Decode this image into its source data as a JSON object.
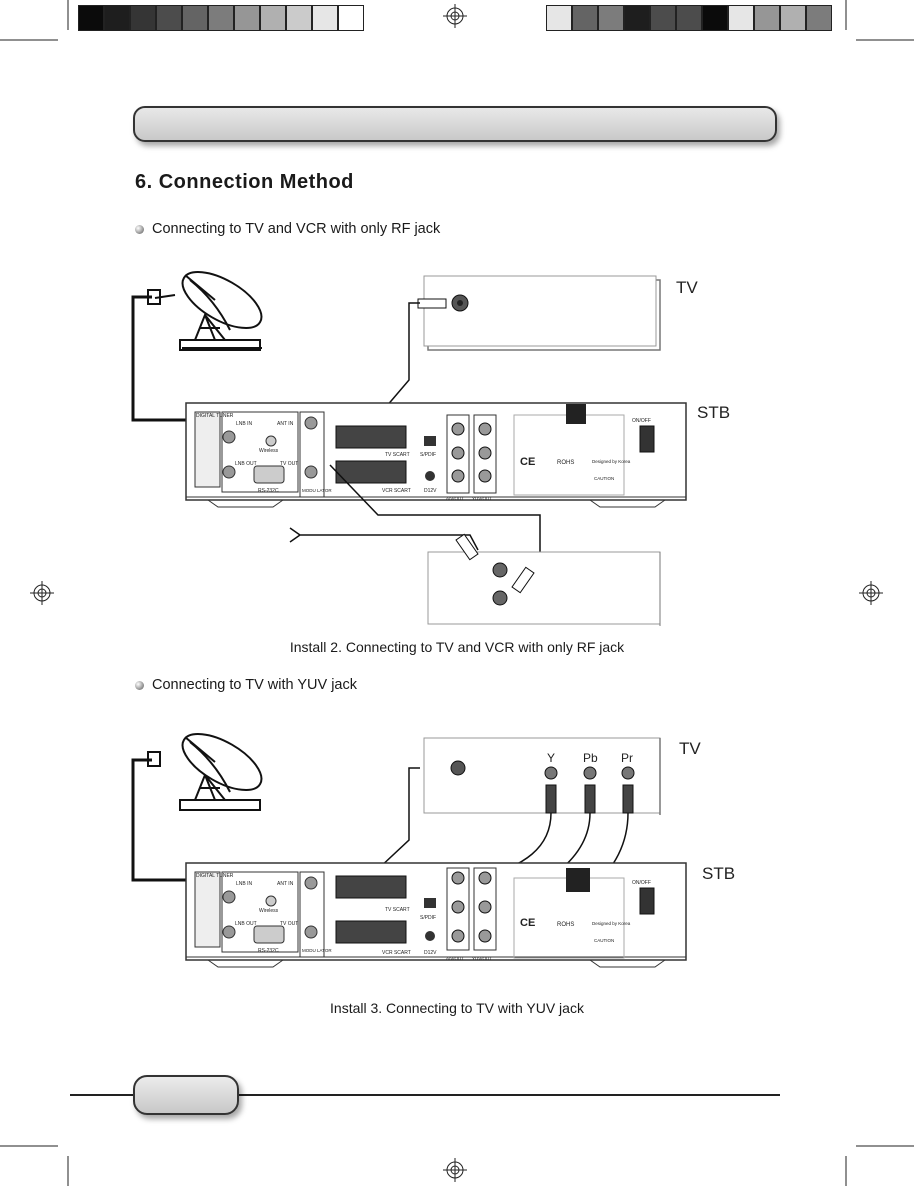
{
  "color_bar_left": [
    "#0b0b0b",
    "#1e1e1e",
    "#353535",
    "#4c4c4c",
    "#646464",
    "#7c7c7c",
    "#969696",
    "#b0b0b0",
    "#cbcbcb",
    "#e6e6e6",
    "#ffffff"
  ],
  "color_bar_right": [
    "#e6e6e6",
    "#646464",
    "#7c7c7c",
    "#1e1e1e",
    "#4c4c4c",
    "#4c4c4c",
    "#0b0b0b",
    "#e6e6e6",
    "#969696",
    "#b0b0b0",
    "#7c7c7c"
  ],
  "section_title": "6. Connection Method",
  "section1": {
    "bullet_text": "Connecting to TV and VCR with only RF jack",
    "tv_label": "TV",
    "stb_label": "STB",
    "caption": "Install 2. Connecting to TV and VCR with only RF jack"
  },
  "section2": {
    "bullet_text": "Connecting to TV with YUV jack",
    "tv_label": "TV",
    "stb_label": "STB",
    "tv_jacks": {
      "y": "Y",
      "pb": "Pb",
      "pr": "Pr"
    },
    "caption": "Install 3. Connecting to TV with YUV jack"
  },
  "stb_panel": {
    "digital_tuner": "DIGITAL TUNER",
    "lnb_in": "LNB IN",
    "ant_in": "ANT IN",
    "wireless": "Wireless",
    "lnb_out": "LNB OUT",
    "tv_out": "TV OUT",
    "rs232c": "RS-232C",
    "modulator": "MODU LATOR",
    "tv_scart": "TV SCART",
    "vcr_scart": "VCR SCART",
    "spdif": "S/PDIF",
    "d12v": "D12V",
    "av_out": "A/V/OUT",
    "yuv_out": "YUV/OUT",
    "on_off": "ON/OFF",
    "rohs": "ROHS",
    "designed_by": "Designed by Korea",
    "caution": "CAUTION"
  }
}
